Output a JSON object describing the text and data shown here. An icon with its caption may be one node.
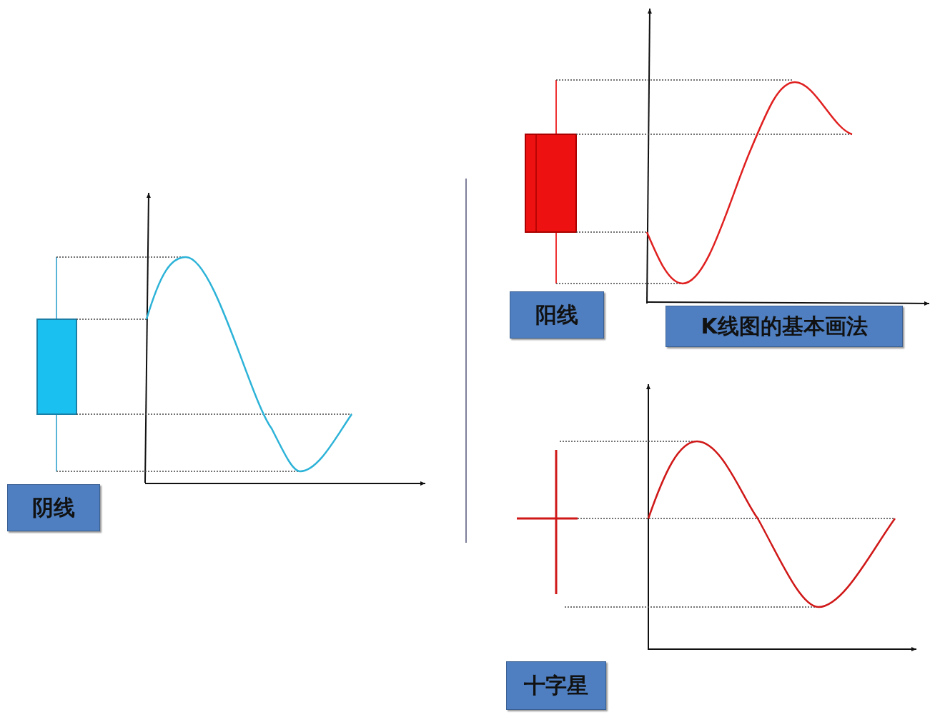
{
  "diagram": {
    "nodes": [
      {
        "text": [
          "阴线"
        ]
      },
      {
        "text": [
          "阳线"
        ]
      },
      {
        "text": [
          "K线图的基本画法"
        ]
      },
      {
        "text": [
          "十字星"
        ]
      }
    ]
  }
}
